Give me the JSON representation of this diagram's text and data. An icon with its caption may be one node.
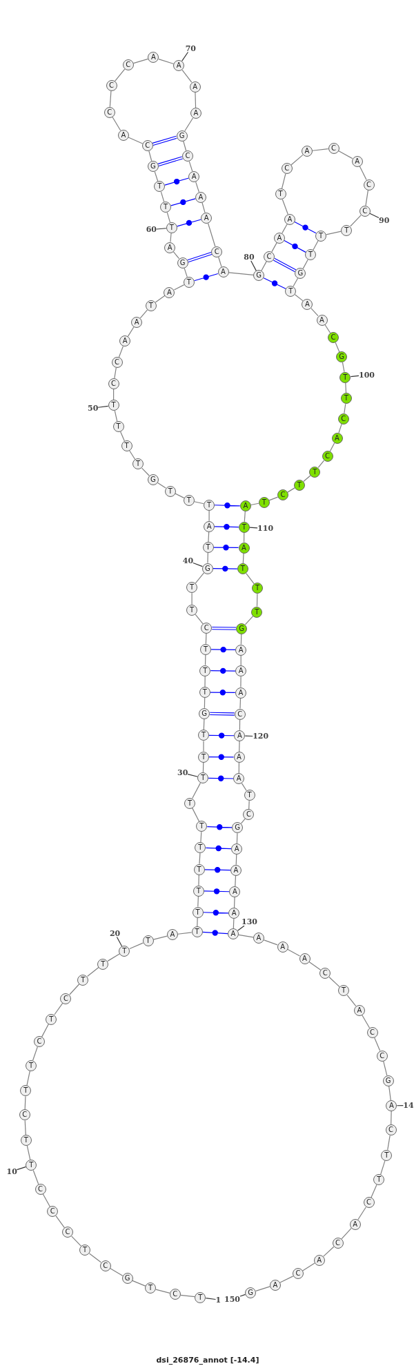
{
  "diagram": {
    "caption": "dsi_26876_annot [-14.4]",
    "nodes": [
      {
        "text": [
          "T"
        ]
      },
      {
        "text": [
          "C"
        ]
      },
      {
        "text": [
          "T"
        ]
      },
      {
        "text": [
          "G"
        ]
      },
      {
        "text": [
          "C"
        ]
      },
      {
        "text": [
          "T"
        ]
      },
      {
        "text": [
          "C"
        ]
      },
      {
        "text": [
          "C"
        ]
      },
      {
        "text": [
          "C"
        ]
      },
      {
        "text": [
          "T"
        ]
      },
      {
        "text": [
          "T"
        ]
      },
      {
        "text": [
          "C"
        ]
      },
      {
        "text": [
          "T"
        ]
      },
      {
        "text": [
          "T"
        ]
      },
      {
        "text": [
          "C"
        ]
      },
      {
        "text": [
          "T"
        ]
      },
      {
        "text": [
          "C"
        ]
      },
      {
        "text": [
          "T"
        ]
      },
      {
        "text": [
          "T"
        ]
      },
      {
        "text": [
          "T"
        ]
      },
      {
        "text": [
          "T"
        ]
      },
      {
        "text": [
          "A"
        ]
      },
      {
        "text": [
          "T"
        ]
      },
      {
        "text": [
          "T"
        ]
      },
      {
        "text": [
          "T"
        ]
      },
      {
        "text": [
          "T"
        ]
      },
      {
        "text": [
          "T"
        ]
      },
      {
        "text": [
          "T"
        ]
      },
      {
        "text": [
          "T"
        ]
      },
      {
        "text": [
          "T"
        ]
      },
      {
        "text": [
          "T"
        ]
      },
      {
        "text": [
          "T"
        ]
      },
      {
        "text": [
          "G"
        ]
      },
      {
        "text": [
          "T"
        ]
      },
      {
        "text": [
          "T"
        ]
      },
      {
        "text": [
          "T"
        ]
      },
      {
        "text": [
          "C"
        ]
      },
      {
        "text": [
          "T"
        ]
      },
      {
        "text": [
          "T"
        ]
      },
      {
        "text": [
          "G"
        ]
      },
      {
        "text": [
          "T"
        ]
      },
      {
        "text": [
          "A"
        ]
      },
      {
        "text": [
          "T"
        ]
      },
      {
        "text": [
          "T"
        ]
      },
      {
        "text": [
          "T"
        ]
      },
      {
        "text": [
          "G"
        ]
      },
      {
        "text": [
          "T"
        ]
      },
      {
        "text": [
          "T"
        ]
      },
      {
        "text": [
          "T"
        ]
      },
      {
        "text": [
          "T"
        ]
      },
      {
        "text": [
          "C"
        ]
      },
      {
        "text": [
          "C"
        ]
      },
      {
        "text": [
          "A"
        ]
      },
      {
        "text": [
          "A"
        ]
      },
      {
        "text": [
          "T"
        ]
      },
      {
        "text": [
          "A"
        ]
      },
      {
        "text": [
          "T"
        ]
      },
      {
        "text": [
          "G"
        ]
      },
      {
        "text": [
          "A"
        ]
      },
      {
        "text": [
          "T"
        ]
      },
      {
        "text": [
          "T"
        ]
      },
      {
        "text": [
          "T"
        ]
      },
      {
        "text": [
          "G"
        ]
      },
      {
        "text": [
          "C"
        ]
      },
      {
        "text": [
          "A"
        ]
      },
      {
        "text": [
          "C"
        ]
      },
      {
        "text": [
          "C"
        ]
      },
      {
        "text": [
          "C"
        ]
      },
      {
        "text": [
          "A"
        ]
      },
      {
        "text": [
          "A"
        ]
      },
      {
        "text": [
          "A"
        ]
      },
      {
        "text": [
          "A"
        ]
      },
      {
        "text": [
          "G"
        ]
      },
      {
        "text": [
          "C"
        ]
      },
      {
        "text": [
          "A"
        ]
      },
      {
        "text": [
          "A"
        ]
      },
      {
        "text": [
          "A"
        ]
      },
      {
        "text": [
          "C"
        ]
      },
      {
        "text": [
          "A"
        ]
      },
      {
        "text": [
          "G"
        ]
      },
      {
        "text": [
          "C"
        ]
      },
      {
        "text": [
          "A"
        ]
      },
      {
        "text": [
          "A"
        ]
      },
      {
        "text": [
          "T"
        ]
      },
      {
        "text": [
          "C"
        ]
      },
      {
        "text": [
          "A"
        ]
      },
      {
        "text": [
          "C"
        ]
      },
      {
        "text": [
          "A"
        ]
      },
      {
        "text": [
          "C"
        ]
      },
      {
        "text": [
          "C"
        ]
      },
      {
        "text": [
          "T"
        ]
      },
      {
        "text": [
          "T"
        ]
      },
      {
        "text": [
          "T"
        ]
      },
      {
        "text": [
          "G"
        ]
      },
      {
        "text": [
          "T"
        ]
      },
      {
        "text": [
          "A"
        ]
      },
      {
        "text": [
          "A"
        ]
      },
      {
        "text": [
          "C"
        ]
      },
      {
        "text": [
          "G"
        ]
      },
      {
        "text": [
          "T"
        ]
      },
      {
        "text": [
          "T"
        ]
      },
      {
        "text": [
          "C"
        ]
      },
      {
        "text": [
          "A"
        ]
      },
      {
        "text": [
          "C"
        ]
      },
      {
        "text": [
          "T"
        ]
      },
      {
        "text": [
          "T"
        ]
      },
      {
        "text": [
          "C"
        ]
      },
      {
        "text": [
          "T"
        ]
      },
      {
        "text": [
          "A"
        ]
      },
      {
        "text": [
          "T"
        ]
      },
      {
        "text": [
          "A"
        ]
      },
      {
        "text": [
          "T"
        ]
      },
      {
        "text": [
          "T"
        ]
      },
      {
        "text": [
          "T"
        ]
      },
      {
        "text": [
          "G"
        ]
      },
      {
        "text": [
          "A"
        ]
      },
      {
        "text": [
          "A"
        ]
      },
      {
        "text": [
          "A"
        ]
      },
      {
        "text": [
          "C"
        ]
      },
      {
        "text": [
          "A"
        ]
      },
      {
        "text": [
          "A"
        ]
      },
      {
        "text": [
          "A"
        ]
      },
      {
        "text": [
          "T"
        ]
      },
      {
        "text": [
          "C"
        ]
      },
      {
        "text": [
          "G"
        ]
      },
      {
        "text": [
          "A"
        ]
      },
      {
        "text": [
          "A"
        ]
      },
      {
        "text": [
          "A"
        ]
      },
      {
        "text": [
          "A"
        ]
      },
      {
        "text": [
          "A"
        ]
      },
      {
        "text": [
          "A"
        ]
      },
      {
        "text": [
          "A"
        ]
      },
      {
        "text": [
          "A"
        ]
      },
      {
        "text": [
          "C"
        ]
      },
      {
        "text": [
          "T"
        ]
      },
      {
        "text": [
          "A"
        ]
      },
      {
        "text": [
          "C"
        ]
      },
      {
        "text": [
          "C"
        ]
      },
      {
        "text": [
          "G"
        ]
      },
      {
        "text": [
          "A"
        ]
      },
      {
        "text": [
          "C"
        ]
      },
      {
        "text": [
          "T"
        ]
      },
      {
        "text": [
          "T"
        ]
      },
      {
        "text": [
          "C"
        ]
      },
      {
        "text": [
          "A"
        ]
      },
      {
        "text": [
          "C"
        ]
      },
      {
        "text": [
          "A"
        ]
      },
      {
        "text": [
          "C"
        ]
      },
      {
        "text": [
          "A"
        ]
      },
      {
        "text": [
          "G"
        ]
      },
      {
        "text": [
          "1"
        ]
      },
      {
        "text": [
          "10"
        ]
      },
      {
        "text": [
          "20"
        ]
      },
      {
        "text": [
          "30"
        ]
      },
      {
        "text": [
          "40"
        ]
      },
      {
        "text": [
          "50"
        ]
      },
      {
        "text": [
          "60"
        ]
      },
      {
        "text": [
          "70"
        ]
      },
      {
        "text": [
          "80"
        ]
      },
      {
        "text": [
          "90"
        ]
      },
      {
        "text": [
          "100"
        ]
      },
      {
        "text": [
          "110"
        ]
      },
      {
        "text": [
          "120"
        ]
      },
      {
        "text": [
          "130"
        ]
      },
      {
        "text": [
          "14"
        ]
      },
      {
        "text": [
          "150"
        ]
      }
    ],
    "edges": [
      {
        "from": 0,
        "to": 1,
        "arrow": "none"
      },
      {
        "from": 1,
        "to": 2,
        "arrow": "none"
      },
      {
        "from": 2,
        "to": 3,
        "arrow": "none"
      },
      {
        "from": 3,
        "to": 4,
        "arrow": "none"
      },
      {
        "from": 4,
        "to": 5,
        "arrow": "none"
      },
      {
        "from": 5,
        "to": 6,
        "arrow": "none"
      },
      {
        "from": 6,
        "to": 7,
        "arrow": "none"
      },
      {
        "from": 7,
        "to": 8,
        "arrow": "none"
      },
      {
        "from": 8,
        "to": 9,
        "arrow": "none"
      },
      {
        "from": 9,
        "to": 10,
        "arrow": "none"
      },
      {
        "from": 10,
        "to": 11,
        "arrow": "none"
      },
      {
        "from": 11,
        "to": 12,
        "arrow": "none"
      },
      {
        "from": 12,
        "to": 13,
        "arrow": "none"
      },
      {
        "from": 13,
        "to": 14,
        "arrow": "none"
      },
      {
        "from": 14,
        "to": 15,
        "arrow": "none"
      },
      {
        "from": 15,
        "to": 16,
        "arrow": "none"
      },
      {
        "from": 16,
        "to": 17,
        "arrow": "none"
      },
      {
        "from": 17,
        "to": 18,
        "arrow": "none"
      },
      {
        "from": 18,
        "to": 19,
        "arrow": "none"
      },
      {
        "from": 19,
        "to": 20,
        "arrow": "none"
      },
      {
        "from": 20,
        "to": 21,
        "arrow": "none"
      },
      {
        "from": 21,
        "to": 22,
        "arrow": "none"
      },
      {
        "from": 22,
        "to": 23,
        "arrow": "none"
      },
      {
        "from": 23,
        "to": 24,
        "arrow": "none"
      },
      {
        "from": 24,
        "to": 25,
        "arrow": "none"
      },
      {
        "from": 25,
        "to": 26,
        "arrow": "none"
      },
      {
        "from": 26,
        "to": 27,
        "arrow": "none"
      },
      {
        "from": 27,
        "to": 28,
        "arrow": "none"
      },
      {
        "from": 28,
        "to": 29,
        "arrow": "none"
      },
      {
        "from": 29,
        "to": 30,
        "arrow": "none"
      },
      {
        "from": 30,
        "to": 31,
        "arrow": "none"
      },
      {
        "from": 31,
        "to": 32,
        "arrow": "none"
      },
      {
        "from": 32,
        "to": 33,
        "arrow": "none"
      },
      {
        "from": 33,
        "to": 34,
        "arrow": "none"
      },
      {
        "from": 34,
        "to": 35,
        "arrow": "none"
      },
      {
        "from": 35,
        "to": 36,
        "arrow": "none"
      },
      {
        "from": 36,
        "to": 37,
        "arrow": "none"
      },
      {
        "from": 37,
        "to": 38,
        "arrow": "none"
      },
      {
        "from": 38,
        "to": 39,
        "arrow": "none"
      },
      {
        "from": 39,
        "to": 40,
        "arrow": "none"
      },
      {
        "from": 40,
        "to": 41,
        "arrow": "none"
      },
      {
        "from": 41,
        "to": 42,
        "arrow": "none"
      },
      {
        "from": 42,
        "to": 43,
        "arrow": "none"
      },
      {
        "from": 43,
        "to": 44,
        "arrow": "none"
      },
      {
        "from": 44,
        "to": 45,
        "arrow": "none"
      },
      {
        "from": 45,
        "to": 46,
        "arrow": "none"
      },
      {
        "from": 46,
        "to": 47,
        "arrow": "none"
      },
      {
        "from": 47,
        "to": 48,
        "arrow": "none"
      },
      {
        "from": 48,
        "to": 49,
        "arrow": "none"
      },
      {
        "from": 49,
        "to": 50,
        "arrow": "none"
      },
      {
        "from": 50,
        "to": 51,
        "arrow": "none"
      },
      {
        "from": 51,
        "to": 52,
        "arrow": "none"
      },
      {
        "from": 52,
        "to": 53,
        "arrow": "none"
      },
      {
        "from": 53,
        "to": 54,
        "arrow": "none"
      },
      {
        "from": 54,
        "to": 55,
        "arrow": "none"
      },
      {
        "from": 55,
        "to": 56,
        "arrow": "none"
      },
      {
        "from": 56,
        "to": 57,
        "arrow": "none"
      },
      {
        "from": 57,
        "to": 58,
        "arrow": "none"
      },
      {
        "from": 58,
        "to": 59,
        "arrow": "none"
      },
      {
        "from": 59,
        "to": 60,
        "arrow": "none"
      },
      {
        "from": 60,
        "to": 61,
        "arrow": "none"
      },
      {
        "from": 61,
        "to": 62,
        "arrow": "none"
      },
      {
        "from": 62,
        "to": 63,
        "arrow": "none"
      },
      {
        "from": 63,
        "to": 64,
        "arrow": "none"
      },
      {
        "from": 64,
        "to": 65,
        "arrow": "none"
      },
      {
        "from": 65,
        "to": 66,
        "arrow": "none"
      },
      {
        "from": 66,
        "to": 67,
        "arrow": "none"
      },
      {
        "from": 67,
        "to": 68,
        "arrow": "none"
      },
      {
        "from": 68,
        "to": 69,
        "arrow": "none"
      },
      {
        "from": 69,
        "to": 70,
        "arrow": "none"
      },
      {
        "from": 70,
        "to": 71,
        "arrow": "none"
      },
      {
        "from": 71,
        "to": 72,
        "arrow": "none"
      },
      {
        "from": 72,
        "to": 73,
        "arrow": "none"
      },
      {
        "from": 73,
        "to": 74,
        "arrow": "none"
      },
      {
        "from": 74,
        "to": 75,
        "arrow": "none"
      },
      {
        "from": 75,
        "to": 76,
        "arrow": "none"
      },
      {
        "from": 76,
        "to": 77,
        "arrow": "none"
      },
      {
        "from": 77,
        "to": 78,
        "arrow": "none"
      },
      {
        "from": 78,
        "to": 79,
        "arrow": "none"
      },
      {
        "from": 79,
        "to": 80,
        "arrow": "none"
      },
      {
        "from": 80,
        "to": 81,
        "arrow": "none"
      },
      {
        "from": 81,
        "to": 82,
        "arrow": "none"
      },
      {
        "from": 82,
        "to": 83,
        "arrow": "none"
      },
      {
        "from": 83,
        "to": 84,
        "arrow": "none"
      },
      {
        "from": 84,
        "to": 85,
        "arrow": "none"
      },
      {
        "from": 85,
        "to": 86,
        "arrow": "none"
      },
      {
        "from": 86,
        "to": 87,
        "arrow": "none"
      },
      {
        "from": 87,
        "to": 88,
        "arrow": "none"
      },
      {
        "from": 88,
        "to": 89,
        "arrow": "none"
      },
      {
        "from": 89,
        "to": 90,
        "arrow": "none"
      },
      {
        "from": 90,
        "to": 91,
        "arrow": "none"
      },
      {
        "from": 91,
        "to": 92,
        "arrow": "none"
      },
      {
        "from": 92,
        "to": 93,
        "arrow": "none"
      },
      {
        "from": 93,
        "to": 94,
        "arrow": "none"
      },
      {
        "from": 94,
        "to": 95,
        "arrow": "none"
      },
      {
        "from": 95,
        "to": 96,
        "arrow": "none"
      },
      {
        "from": 96,
        "to": 97,
        "arrow": "none"
      },
      {
        "from": 97,
        "to": 98,
        "arrow": "none"
      },
      {
        "from": 98,
        "to": 99,
        "arrow": "none"
      },
      {
        "from": 99,
        "to": 100,
        "arrow": "none"
      },
      {
        "from": 100,
        "to": 101,
        "arrow": "none"
      },
      {
        "from": 101,
        "to": 102,
        "arrow": "none"
      },
      {
        "from": 102,
        "to": 103,
        "arrow": "none"
      },
      {
        "from": 103,
        "to": 104,
        "arrow": "none"
      },
      {
        "from": 104,
        "to": 105,
        "arrow": "none"
      },
      {
        "from": 105,
        "to": 106,
        "arrow": "none"
      },
      {
        "from": 106,
        "to": 107,
        "arrow": "none"
      },
      {
        "from": 107,
        "to": 108,
        "arrow": "none"
      },
      {
        "from": 108,
        "to": 109,
        "arrow": "none"
      },
      {
        "from": 109,
        "to": 110,
        "arrow": "none"
      },
      {
        "from": 110,
        "to": 111,
        "arrow": "none"
      },
      {
        "from": 111,
        "to": 112,
        "arrow": "none"
      },
      {
        "from": 112,
        "to": 113,
        "arrow": "none"
      },
      {
        "from": 113,
        "to": 114,
        "arrow": "none"
      },
      {
        "from": 114,
        "to": 115,
        "arrow": "none"
      },
      {
        "from": 115,
        "to": 116,
        "arrow": "none"
      },
      {
        "from": 116,
        "to": 117,
        "arrow": "none"
      },
      {
        "from": 117,
        "to": 118,
        "arrow": "none"
      },
      {
        "from": 118,
        "to": 119,
        "arrow": "none"
      },
      {
        "from": 119,
        "to": 120,
        "arrow": "none"
      },
      {
        "from": 120,
        "to": 121,
        "arrow": "none"
      },
      {
        "from": 121,
        "to": 122,
        "arrow": "none"
      },
      {
        "from": 122,
        "to": 123,
        "arrow": "none"
      },
      {
        "from": 123,
        "to": 124,
        "arrow": "none"
      },
      {
        "from": 124,
        "to": 125,
        "arrow": "none"
      },
      {
        "from": 125,
        "to": 126,
        "arrow": "none"
      },
      {
        "from": 126,
        "to": 127,
        "arrow": "none"
      },
      {
        "from": 127,
        "to": 128,
        "arrow": "none"
      },
      {
        "from": 128,
        "to": 129,
        "arrow": "none"
      },
      {
        "from": 129,
        "to": 130,
        "arrow": "none"
      },
      {
        "from": 130,
        "to": 131,
        "arrow": "none"
      },
      {
        "from": 131,
        "to": 132,
        "arrow": "none"
      },
      {
        "from": 132,
        "to": 133,
        "arrow": "none"
      },
      {
        "from": 133,
        "to": 134,
        "arrow": "none"
      },
      {
        "from": 134,
        "to": 135,
        "arrow": "none"
      },
      {
        "from": 135,
        "to": 136,
        "arrow": "none"
      },
      {
        "from": 136,
        "to": 137,
        "arrow": "none"
      },
      {
        "from": 137,
        "to": 138,
        "arrow": "none"
      },
      {
        "from": 138,
        "to": 139,
        "arrow": "none"
      },
      {
        "from": 139,
        "to": 140,
        "arrow": "none"
      },
      {
        "from": 140,
        "to": 141,
        "arrow": "none"
      },
      {
        "from": 141,
        "to": 142,
        "arrow": "none"
      },
      {
        "from": 142,
        "to": 143,
        "arrow": "none"
      },
      {
        "from": 143,
        "to": 144,
        "arrow": "none"
      },
      {
        "from": 144,
        "to": 145,
        "arrow": "none"
      },
      {
        "from": 145,
        "to": 146,
        "arrow": "none"
      },
      {
        "from": 146,
        "to": 147,
        "arrow": "none"
      },
      {
        "from": 147,
        "to": 148,
        "arrow": "none"
      },
      {
        "from": 148,
        "to": 149,
        "arrow": "none"
      },
      {
        "from": 22,
        "to": 129,
        "arrow": "none",
        "color": "#0000ff"
      },
      {
        "from": 23,
        "to": 128,
        "arrow": "none",
        "color": "#0000ff"
      },
      {
        "from": 24,
        "to": 127,
        "arrow": "none",
        "color": "#0000ff"
      },
      {
        "from": 25,
        "to": 126,
        "arrow": "none",
        "color": "#0000ff"
      },
      {
        "from": 26,
        "to": 125,
        "arrow": "none",
        "color": "#0000ff"
      },
      {
        "from": 27,
        "to": 124,
        "arrow": "none",
        "color": "#0000ff"
      },
      {
        "from": 29,
        "to": 121,
        "arrow": "none",
        "color": "#0000ff"
      },
      {
        "from": 30,
        "to": 120,
        "arrow": "none",
        "color": "#0000ff"
      },
      {
        "from": 31,
        "to": 119,
        "arrow": "none",
        "color": "#0000ff"
      },
      {
        "from": 32,
        "to": 118,
        "arrow": "none",
        "color": "#0000ff"
      },
      {
        "from": 33,
        "to": 117,
        "arrow": "none",
        "color": "#0000ff"
      },
      {
        "from": 34,
        "to": 116,
        "arrow": "none",
        "color": "#0000ff"
      },
      {
        "from": 35,
        "to": 115,
        "arrow": "none",
        "color": "#0000ff"
      },
      {
        "from": 36,
        "to": 114,
        "arrow": "none",
        "color": "#0000ff"
      },
      {
        "from": 39,
        "to": 111,
        "arrow": "none",
        "color": "#0000ff"
      },
      {
        "from": 40,
        "to": 110,
        "arrow": "none",
        "color": "#0000ff"
      },
      {
        "from": 41,
        "to": 109,
        "arrow": "none",
        "color": "#0000ff"
      },
      {
        "from": 42,
        "to": 108,
        "arrow": "none",
        "color": "#0000ff"
      },
      {
        "from": 56,
        "to": 78,
        "arrow": "none",
        "color": "#0000ff"
      },
      {
        "from": 57,
        "to": 77,
        "arrow": "none",
        "color": "#0000ff"
      },
      {
        "from": 59,
        "to": 76,
        "arrow": "none",
        "color": "#0000ff"
      },
      {
        "from": 60,
        "to": 75,
        "arrow": "none",
        "color": "#0000ff"
      },
      {
        "from": 61,
        "to": 74,
        "arrow": "none",
        "color": "#0000ff"
      },
      {
        "from": 62,
        "to": 73,
        "arrow": "none",
        "color": "#0000ff"
      },
      {
        "from": 63,
        "to": 72,
        "arrow": "none",
        "color": "#0000ff"
      },
      {
        "from": 79,
        "to": 94,
        "arrow": "none",
        "color": "#0000ff"
      },
      {
        "from": 80,
        "to": 93,
        "arrow": "none",
        "color": "#0000ff"
      },
      {
        "from": 81,
        "to": 92,
        "arrow": "none",
        "color": "#0000ff"
      },
      {
        "from": 82,
        "to": 91,
        "arrow": "none",
        "color": "#0000ff"
      },
      {
        "from": 150,
        "to": 0,
        "arrow": "none",
        "color": "#333333"
      },
      {
        "from": 151,
        "to": 9,
        "arrow": "none",
        "color": "#333333"
      },
      {
        "from": 152,
        "to": 19,
        "arrow": "none",
        "color": "#333333"
      },
      {
        "from": 153,
        "to": 29,
        "arrow": "none",
        "color": "#333333"
      },
      {
        "from": 154,
        "to": 39,
        "arrow": "none",
        "color": "#333333"
      },
      {
        "from": 155,
        "to": 49,
        "arrow": "none",
        "color": "#333333"
      },
      {
        "from": 156,
        "to": 59,
        "arrow": "none",
        "color": "#333333"
      },
      {
        "from": 157,
        "to": 69,
        "arrow": "none",
        "color": "#333333"
      },
      {
        "from": 158,
        "to": 79,
        "arrow": "none",
        "color": "#333333"
      },
      {
        "from": 159,
        "to": 89,
        "arrow": "none",
        "color": "#333333"
      },
      {
        "from": 160,
        "to": 99,
        "arrow": "none",
        "color": "#333333"
      },
      {
        "from": 161,
        "to": 109,
        "arrow": "none",
        "color": "#333333"
      },
      {
        "from": 162,
        "to": 119,
        "arrow": "none",
        "color": "#333333"
      },
      {
        "from": 163,
        "to": 129,
        "arrow": "none",
        "color": "#333333"
      },
      {
        "from": 164,
        "to": 139,
        "arrow": "none",
        "color": "#333333"
      },
      {
        "from": 165,
        "to": 149,
        "arrow": "none",
        "color": "#333333"
      }
    ]
  }
}
